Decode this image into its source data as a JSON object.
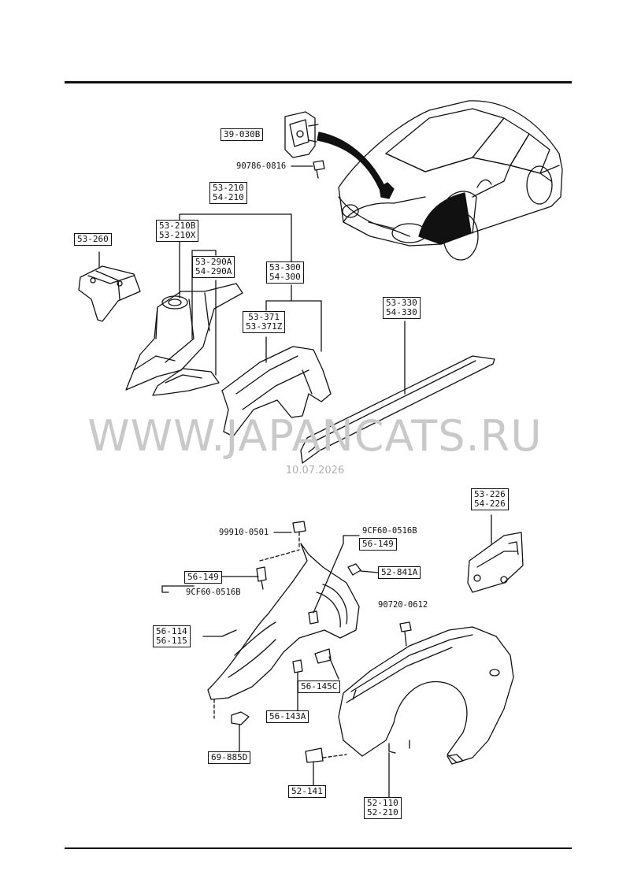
{
  "watermark": {
    "site": "WWW.JAPANCATS.RU",
    "date": "10.07.2026"
  },
  "upper_parts": {
    "bracket": "39-030B",
    "bolt": "90786-0816",
    "apron_group": [
      "53-210",
      "54-210"
    ],
    "apron_inner": [
      "53-210B",
      "53-210X"
    ],
    "apron_reinf": [
      "53-290A",
      "54-290A"
    ],
    "support_left": "53-260",
    "frame_group": [
      "53-300",
      "54-300"
    ],
    "frame_member": [
      "53-371",
      "53-371Z"
    ],
    "sill": [
      "53-330",
      "54-330"
    ]
  },
  "lower_parts": {
    "clip_top": "99910-0501",
    "screw_right_ref": "9CF60-0516B",
    "screw_right": "56-149",
    "screw_left": "56-149",
    "screw_left_ref": "9CF60-0516B",
    "clip_right": "52-841A",
    "liner": [
      "56-114",
      "56-115"
    ],
    "bolt_fender": "90720-0612",
    "bracket_right": [
      "53-226",
      "54-226"
    ],
    "clip_145": "56-145C",
    "clip_143": "56-143A",
    "rivet": "69-885D",
    "pad": "52-141",
    "fender": [
      "52-110",
      "52-210"
    ]
  }
}
